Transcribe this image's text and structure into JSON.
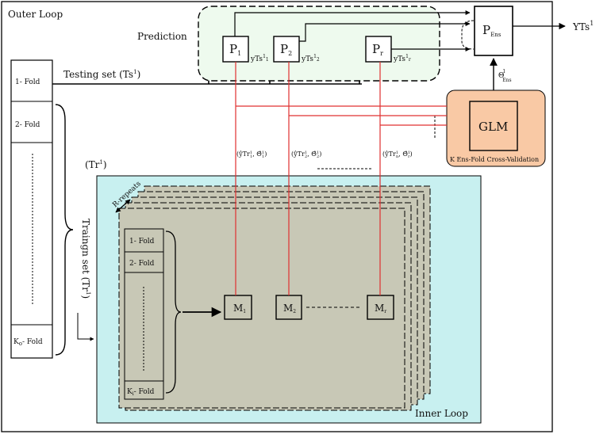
{
  "outer_loop": {
    "title": "Outer Loop"
  },
  "prediction": {
    "title": "Prediction",
    "nodes": [
      {
        "label": "P",
        "sub": "1",
        "out": "yTs",
        "out_sub": "1",
        "out_sup": "1"
      },
      {
        "label": "P",
        "sub": "2",
        "out": "yTs",
        "out_sub": "2",
        "out_sup": "1"
      },
      {
        "label": "P",
        "sub": "r",
        "out": "yTs",
        "out_sub": "r",
        "out_sup": "1"
      }
    ]
  },
  "ensemble": {
    "label": "P",
    "sub": "Ens",
    "output": "YTs",
    "output_sup": "1",
    "theta": "Θ",
    "theta_sub": "Ens",
    "theta_sup": "1"
  },
  "glm": {
    "label": "GLM",
    "caption": "K Ens-Fold Cross-Validation"
  },
  "outer_folds": {
    "items": [
      "1- Fold",
      "2- Fold",
      "K",
      "o",
      "- Fold"
    ],
    "testing_label": "Testing set (Ts",
    "testing_sup": "1",
    "testing_close": ")",
    "training_label": "Traingn set (Tr",
    "training_sup": "1",
    "training_close": ")",
    "tr_label": "(Tr",
    "tr_sup": "1",
    "tr_close": ")"
  },
  "inner": {
    "title": "Inner Loop",
    "repeats_label": "R-repeats",
    "folds": [
      "1- Fold",
      "2- Fold",
      "K",
      "i",
      "- Fold"
    ],
    "models": [
      {
        "label": "M",
        "sub": "1"
      },
      {
        "label": "M",
        "sub": "2"
      },
      {
        "label": "M",
        "sub": "r"
      }
    ]
  },
  "params": [
    {
      "y_sub": "1",
      "t_sub": "1",
      "sup": "1"
    },
    {
      "y_sub": "2",
      "t_sub": "2",
      "sup": "1"
    },
    {
      "y_sub": "n",
      "t_sub": "r",
      "sup": "1"
    }
  ],
  "colors": {
    "prediction_fill": "#eefaee",
    "glm_fill": "#f9c9a5",
    "inner_fill": "#c8f0f0",
    "sheet_fill": "#c8c8b6",
    "link": "#e03030"
  }
}
